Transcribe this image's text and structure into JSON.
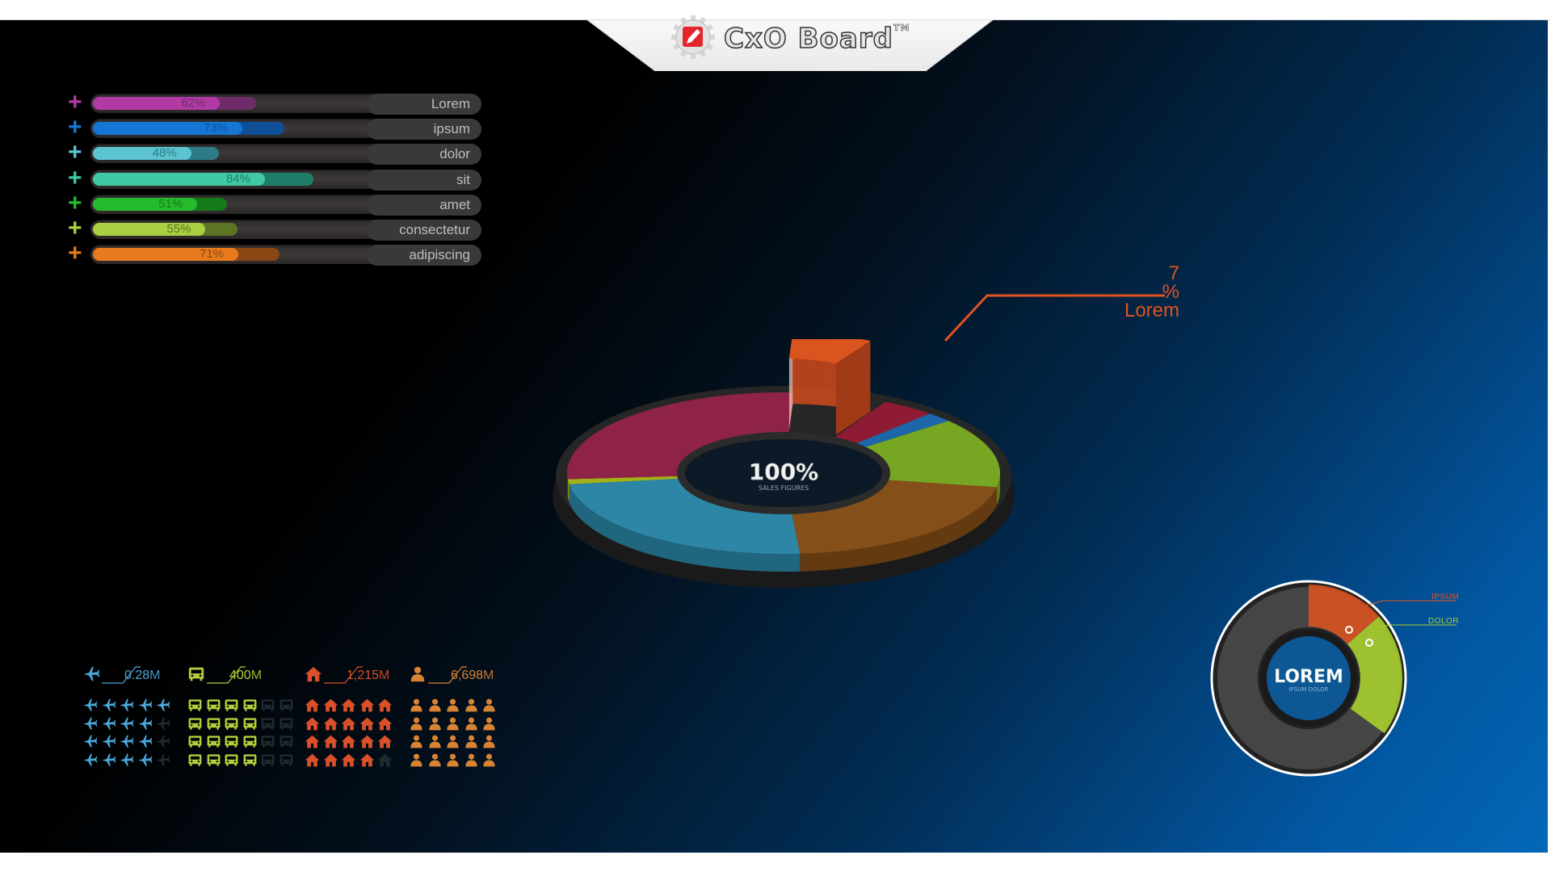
{
  "brand": {
    "name": "CxO Board",
    "trademark": "TM",
    "logo_icon": "gear-pencil-logo"
  },
  "colors": {
    "magenta": "#b23aa5",
    "blue": "#1472d0",
    "teal": "#4bb8c8",
    "aqua": "#3cc3a0",
    "green": "#22b52b",
    "lime": "#a3cb3a",
    "orange": "#e0791c",
    "red_orange": "#e0531f",
    "track": "#353131",
    "tag": "#3b3838"
  },
  "progress_bars": [
    {
      "percent_label": "62%",
      "value": 62,
      "label": "Lorem",
      "color": "#b23aa5",
      "dark": "#6e2d68",
      "plus": "#b23aa5"
    },
    {
      "percent_label": "73%",
      "value": 73,
      "label": "ipsum",
      "color": "#1576d6",
      "dark": "#0e4f98",
      "plus": "#1576d6"
    },
    {
      "percent_label": "48%",
      "value": 48,
      "label": "dolor",
      "color": "#5bc4d0",
      "dark": "#2d7b86",
      "plus": "#5bc4d0"
    },
    {
      "percent_label": "84%",
      "value": 84,
      "label": "sit",
      "color": "#3fc9a4",
      "dark": "#1f7e69",
      "plus": "#3fc9a4"
    },
    {
      "percent_label": "51%",
      "value": 51,
      "label": "amet",
      "color": "#26bb2c",
      "dark": "#167a1b",
      "plus": "#26bb2c"
    },
    {
      "percent_label": "55%",
      "value": 55,
      "label": "consectetur",
      "color": "#a8d040",
      "dark": "#5d7424",
      "plus": "#a8d040"
    },
    {
      "percent_label": "71%",
      "value": 71,
      "label": "adipiscing",
      "color": "#e67a1c",
      "dark": "#8a4713",
      "plus": "#e67a1c"
    }
  ],
  "icon_stats": [
    {
      "icon": "airplane-icon",
      "value": "0.28",
      "unit": "M",
      "color": "#4aa8d8",
      "filled": 17,
      "total": 20
    },
    {
      "icon": "bus-icon",
      "value": "400",
      "unit": "M",
      "color": "#b5cf3a",
      "filled": 16,
      "total": 24
    },
    {
      "icon": "house-icon",
      "value": "1,215",
      "unit": "M",
      "color": "#d9502a",
      "filled": 19,
      "total": 20
    },
    {
      "icon": "person-icon",
      "value": "6,698",
      "unit": "M",
      "color": "#d88434",
      "filled": 20,
      "total": 20
    }
  ],
  "main_pie": {
    "center_value": "100%",
    "center_caption": "SALES FIGURES",
    "callout": {
      "value": "7",
      "unit": "%",
      "label": "Lorem"
    },
    "slices": [
      {
        "color": "#e07a1a",
        "share": 7,
        "raised": true
      },
      {
        "color": "#9b1a35",
        "share": 4
      },
      {
        "color": "#1b6fb8",
        "share": 2
      },
      {
        "color": "#7fb522",
        "share": 14
      },
      {
        "color": "#8f5418",
        "share": 21
      },
      {
        "color": "#2f91b5",
        "share": 24
      },
      {
        "color": "#b3c218",
        "share": 1
      },
      {
        "color": "#9a244b",
        "share": 27
      }
    ]
  },
  "mini_donut": {
    "title": "LOREM",
    "subtitle": "IPSUM DOLOR",
    "legend": [
      {
        "label": "IPSUM",
        "color": "#e0531f"
      },
      {
        "label": "DOLOR",
        "color": "#a7cf2c"
      }
    ]
  }
}
